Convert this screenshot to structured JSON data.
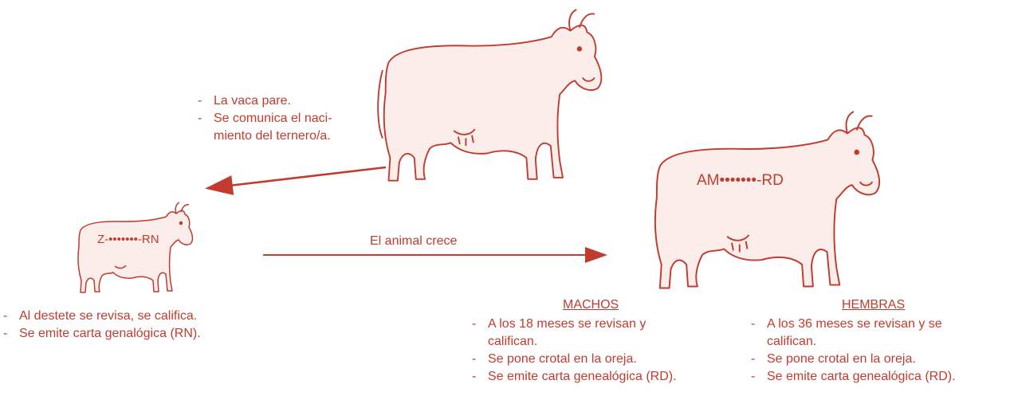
{
  "birth_notes": [
    "La vaca pare.",
    "Se comunica el naci-",
    "miento del ternero/a."
  ],
  "growth_label": "El animal crece",
  "calf_tag": "Z-•••••••-RN",
  "adult_tag": "AM•••••••-RD",
  "calf_notes": [
    "Al destete se revisa, se califica.",
    "Se emite carta genalógica (RN)."
  ],
  "males": {
    "heading": "MACHOS",
    "items": [
      "A los 18 meses se revisan y",
      "califican.",
      "Se pone crotal en la oreja.",
      "Se emite carta genealógica (RD)."
    ]
  },
  "females": {
    "heading": "HEMBRAS",
    "items": [
      "A los 36 meses se revisan y se",
      "califican.",
      "Se pone crotal en la oreja.",
      "Se emite carta genealógica (RD)."
    ]
  },
  "colors": {
    "line": "#c23b2e",
    "fill": "#fbeeea"
  }
}
